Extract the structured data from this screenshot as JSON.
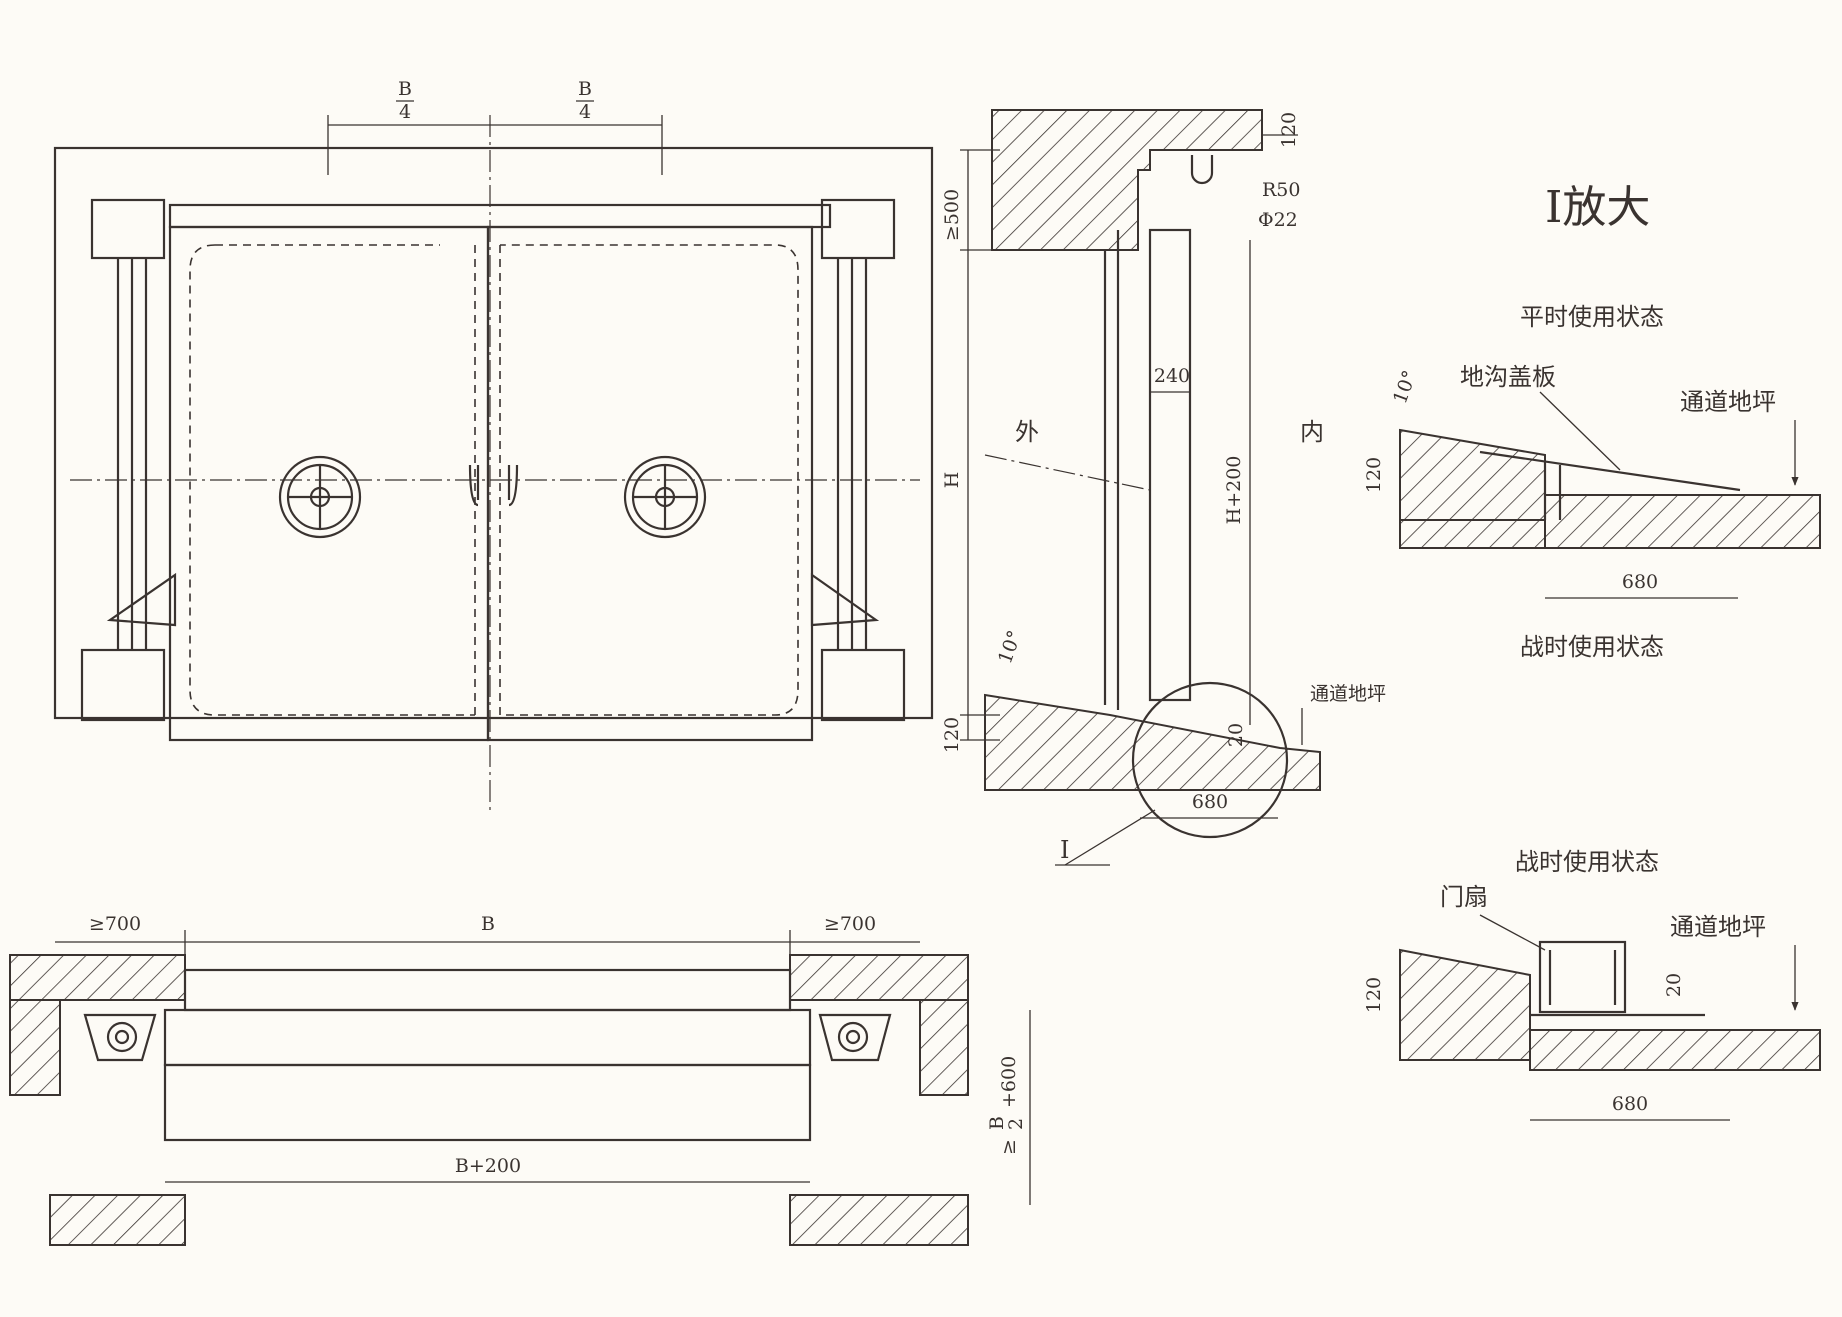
{
  "colors": {
    "ink": "#3a3330",
    "paper": "#fdfbf6"
  },
  "front": {
    "top_left": "B",
    "top_left_den": "4",
    "top_right": "B",
    "top_right_den": "4"
  },
  "section": {
    "min_top": "≥500",
    "top_120": "120",
    "r50": "R50",
    "phi22": "Φ22",
    "dim_240": "240",
    "outside": "外",
    "inside": "内",
    "h": "H",
    "h200": "H+200",
    "angle": "10°",
    "bot_120": "120",
    "bot_20": "20",
    "dim_680": "680",
    "floor": "通道地坪",
    "callout": "I"
  },
  "plan": {
    "left_min": "≥700",
    "b": "B",
    "right_min": "≥700",
    "b200": "B+200",
    "depth_prefix": "≥",
    "depth_num": "B",
    "depth_den": "2",
    "depth_add": "+600"
  },
  "detail": {
    "title": "I放大",
    "peace_title": "平时使用状态",
    "cover": "地沟盖板",
    "floor1": "通道地坪",
    "angle": "10°",
    "p_120": "120",
    "p_680": "680",
    "war_title_1": "战时使用状态",
    "war_title_2": "战时使用状态",
    "leaf": "门扇",
    "floor2": "通道地坪",
    "w_120": "120",
    "w_20": "20",
    "w_680": "680"
  }
}
